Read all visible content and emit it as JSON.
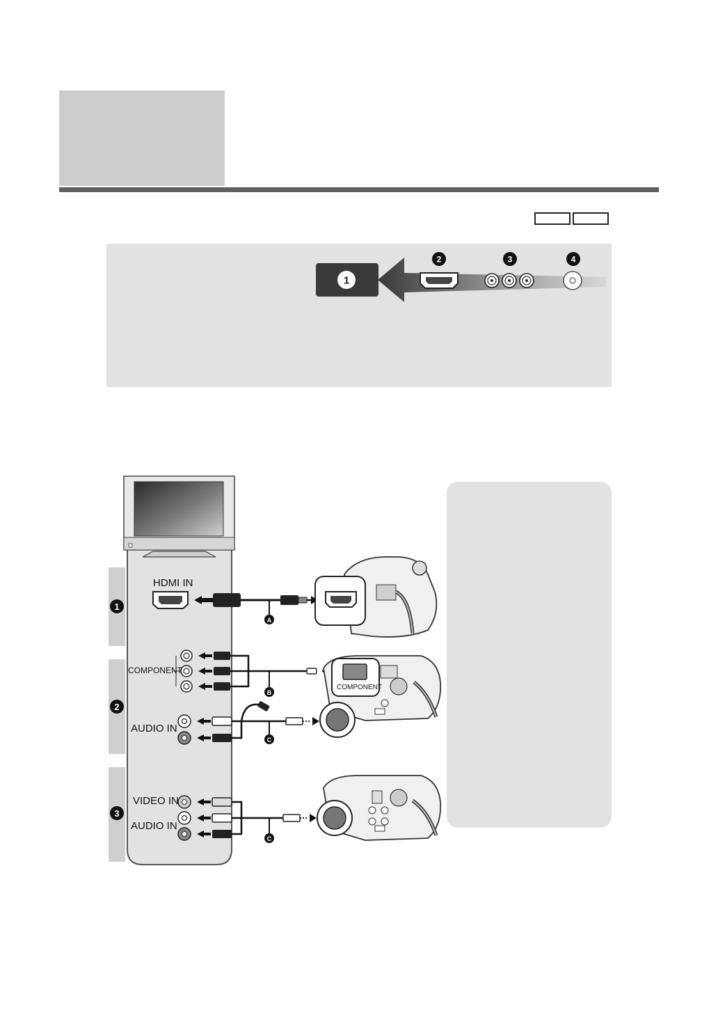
{
  "badges": {
    "n1": "1",
    "n2": "2",
    "n3": "3",
    "n4": "4"
  },
  "rows": [
    {
      "number": "1",
      "labels": [
        "HDMI IN"
      ],
      "cable": "A"
    },
    {
      "number": "2",
      "labels": [
        "COMPONENT",
        "AUDIO IN"
      ],
      "cables": [
        "B",
        "C"
      ],
      "camera_port_label": "COMPONENT"
    },
    {
      "number": "3",
      "labels": [
        "VIDEO IN",
        "AUDIO IN"
      ],
      "cable": "C"
    }
  ],
  "labels": {
    "hdmi_in": "HDMI IN",
    "component": "COMPONENT",
    "audio_in": "AUDIO IN",
    "video_in": "VIDEO IN",
    "component_port": "COMPONENT"
  },
  "cables": {
    "a": "A",
    "b": "B",
    "c": "C"
  },
  "colors": {
    "title_block": "#cccccc",
    "rule": "#606060",
    "panel": "#e2e2e2",
    "tab": "#cfcfcf",
    "tv_panel": "#e2e2e2"
  },
  "icons": [
    "hdmi-port-icon",
    "rca-jack-icon",
    "tv-icon",
    "camera-icon",
    "arrow-icon"
  ]
}
